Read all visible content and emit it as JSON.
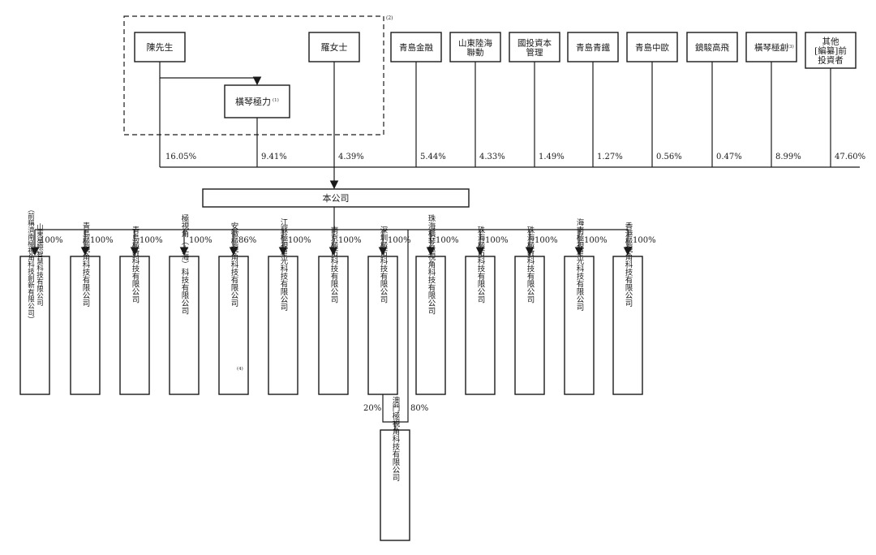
{
  "top_group": {
    "note": "(2)",
    "mr_chen": "陳先生",
    "ms_luo": "羅女士",
    "hengqin": "橫琴極力",
    "hengqin_note": "(1)"
  },
  "shareholders": [
    {
      "label": "青島金融",
      "pct": "5.44%"
    },
    {
      "label": "山東陸海\n聯動",
      "pct": "4.33%"
    },
    {
      "label": "國投資本\n管理",
      "pct": "1.49%"
    },
    {
      "label": "青島青鐵",
      "pct": "1.27%"
    },
    {
      "label": "青島中歐",
      "pct": "0.56%"
    },
    {
      "label": "鏡駿高飛",
      "pct": "0.47%"
    },
    {
      "label": "橫琴極創",
      "note": "(3)",
      "pct": "8.99%"
    },
    {
      "label": "其他\n[編纂]前\n投資者",
      "pct": "47.60%"
    }
  ],
  "group_pcts": {
    "chen": "16.05%",
    "hengqin": "9.41%",
    "luo": "4.39%"
  },
  "company": "本公司",
  "subsidiaries": [
    {
      "pct": "100%",
      "label": "山東星際智慧科技有限公司\n（前稱濟南極視角科技創新有限公司）"
    },
    {
      "pct": "100%",
      "label": "青島極視角科技有限公司"
    },
    {
      "pct": "100%",
      "label": "青島極數科技有限公司"
    },
    {
      "pct": "100%",
      "label": "極視角（上海）科技有限公司"
    },
    {
      "pct": "86%",
      "label": "安徽極視角科技有限公司",
      "note": "(4)"
    },
    {
      "pct": "100%",
      "label": "江蘇極視星光科技有限公司"
    },
    {
      "pct": "100%",
      "label": "南京極市科技有限公司"
    },
    {
      "pct": "100%",
      "label": "深圳極市科技有限公司"
    },
    {
      "pct": "100%",
      "label": "珠海橫琴極視角科技有限公司"
    },
    {
      "pct": "100%",
      "label": "珠海極市科技有限公司"
    },
    {
      "pct": "100%",
      "label": "珠海極數科技有限公司"
    },
    {
      "pct": "100%",
      "label": "海南極視星光科技有限公司"
    },
    {
      "pct": "100%",
      "label": "香港極視角科技有限公司"
    }
  ],
  "macau": {
    "label": "澳門極視角科技有限公司",
    "pct_left": "20%",
    "pct_right": "80%"
  }
}
